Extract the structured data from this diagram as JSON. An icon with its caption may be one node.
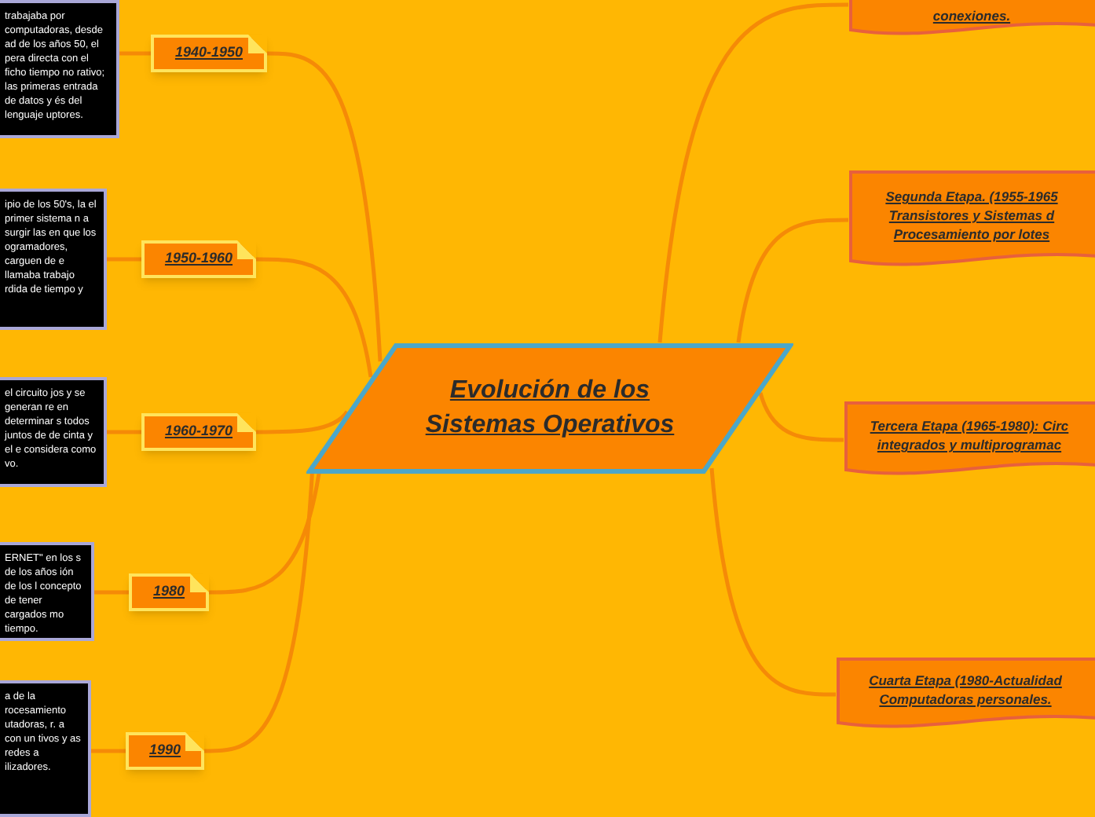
{
  "diagram": {
    "nodes": [
      {
        "text": [
          "Evolución de los Sistemas Operativos"
        ]
      },
      {
        "text": [
          "1940-1950"
        ]
      },
      {
        "text": [
          "1950-1960"
        ]
      },
      {
        "text": [
          "1960-1970"
        ]
      },
      {
        "text": [
          "1980"
        ]
      },
      {
        "text": [
          "1990"
        ]
      },
      {
        "text": [
          "trabajaba por computadoras, desde ad de los años 50, el pera directa con el ficho tiempo no rativo; las primeras entrada de datos y és del lenguaje uptores."
        ]
      },
      {
        "text": [
          "ipio de los 50's, la el primer sistema n a surgir las en que los ogramadores, carguen de e llamaba trabajo rdida de tiempo y"
        ]
      },
      {
        "text": [
          "el circuito jos y se generan re en determinar s todos juntos de de cinta y el e considera como vo."
        ]
      },
      {
        "text": [
          "ERNET\" en los s de los años ión de los l concepto de tener cargados mo tiempo."
        ]
      },
      {
        "text": [
          "a de la rocesamiento utadoras, r. a con un tivos y as redes a ilizadores."
        ]
      },
      {
        "text": [
          "conexiones."
        ]
      },
      {
        "text": [
          "Segunda Etapa. (1955-1965 Transistores y Sistemas d Procesamiento por lotes"
        ]
      },
      {
        "text": [
          "Tercera Etapa (1965-1980): Circ integrados y multiprogramac"
        ]
      },
      {
        "text": [
          "Cuarta Etapa (1980-Actualidad Computadoras personales."
        ]
      }
    ],
    "edges": [
      {
        "from": 0,
        "to": 1,
        "arrow": "none"
      },
      {
        "from": 0,
        "to": 2,
        "arrow": "none"
      },
      {
        "from": 0,
        "to": 3,
        "arrow": "none"
      },
      {
        "from": 0,
        "to": 4,
        "arrow": "none"
      },
      {
        "from": 0,
        "to": 5,
        "arrow": "none"
      },
      {
        "from": 1,
        "to": 6,
        "arrow": "none"
      },
      {
        "from": 2,
        "to": 7,
        "arrow": "none"
      },
      {
        "from": 3,
        "to": 8,
        "arrow": "none"
      },
      {
        "from": 4,
        "to": 9,
        "arrow": "none"
      },
      {
        "from": 5,
        "to": 10,
        "arrow": "none"
      },
      {
        "from": 0,
        "to": 11,
        "arrow": "none"
      },
      {
        "from": 0,
        "to": 12,
        "arrow": "none"
      },
      {
        "from": 0,
        "to": 13,
        "arrow": "none"
      },
      {
        "from": 0,
        "to": 14,
        "arrow": "none"
      }
    ]
  }
}
